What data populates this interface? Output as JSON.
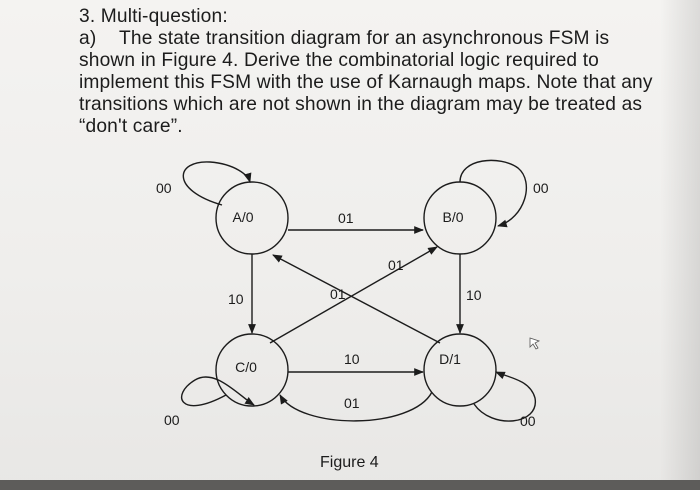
{
  "question": {
    "header": "3. Multi-question:",
    "part_label": "a)",
    "line1": "The state transition diagram for an asynchronous FSM is",
    "line2": "shown in Figure 4. Derive the combinatorial logic required to",
    "line3": "implement this FSM with the use of Karnaugh maps. Note that any",
    "line4": "transitions which are not shown in the diagram may be treated as",
    "line5": "“don't care”."
  },
  "diagram": {
    "states": {
      "a": "A/0",
      "b": "B/0",
      "c": "C/0",
      "d": "D/1"
    },
    "transitions": {
      "a_self": "00",
      "b_self": "00",
      "c_self": "00",
      "d_self": "00",
      "a_to_b": "01",
      "c_to_b": "01",
      "d_to_a": "01",
      "a_to_c": "10",
      "b_to_d": "10",
      "c_to_d": "10",
      "d_to_c": "01"
    },
    "caption": "Figure 4"
  }
}
